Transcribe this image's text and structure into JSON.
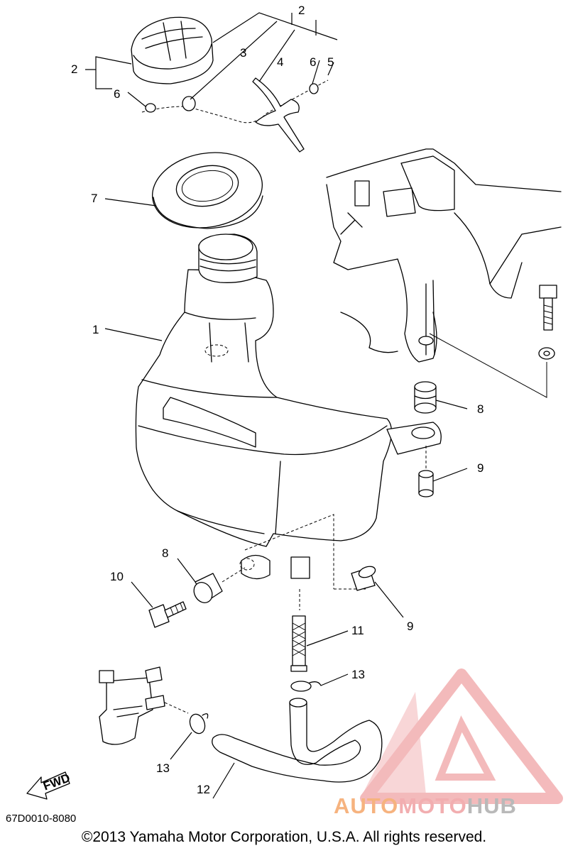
{
  "callouts": [
    {
      "id": "c1",
      "text": "1"
    },
    {
      "id": "c2a",
      "text": "2"
    },
    {
      "id": "c2b",
      "text": "2"
    },
    {
      "id": "c3",
      "text": "3"
    },
    {
      "id": "c4",
      "text": "4"
    },
    {
      "id": "c5",
      "text": "5"
    },
    {
      "id": "c6a",
      "text": "6"
    },
    {
      "id": "c6b",
      "text": "6"
    },
    {
      "id": "c7",
      "text": "7"
    },
    {
      "id": "c8a",
      "text": "8"
    },
    {
      "id": "c8b",
      "text": "8"
    },
    {
      "id": "c9a",
      "text": "9"
    },
    {
      "id": "c9b",
      "text": "9"
    },
    {
      "id": "c10",
      "text": "10"
    },
    {
      "id": "c11",
      "text": "11"
    },
    {
      "id": "c12",
      "text": "12"
    },
    {
      "id": "c13a",
      "text": "13"
    },
    {
      "id": "c13b",
      "text": "13"
    }
  ],
  "fwd_label": "FWD",
  "diagram_code": "67D0010-8080",
  "copyright": "©2013 Yamaha Motor Corporation, U.S.A. All rights reserved.",
  "watermark": {
    "part1": "AUTO",
    "part2": "MOTO",
    "part3": "HUB",
    "colors": {
      "orange": "#f6b37f",
      "red": "#f2aeb0",
      "gray": "#b9b9b9"
    }
  }
}
